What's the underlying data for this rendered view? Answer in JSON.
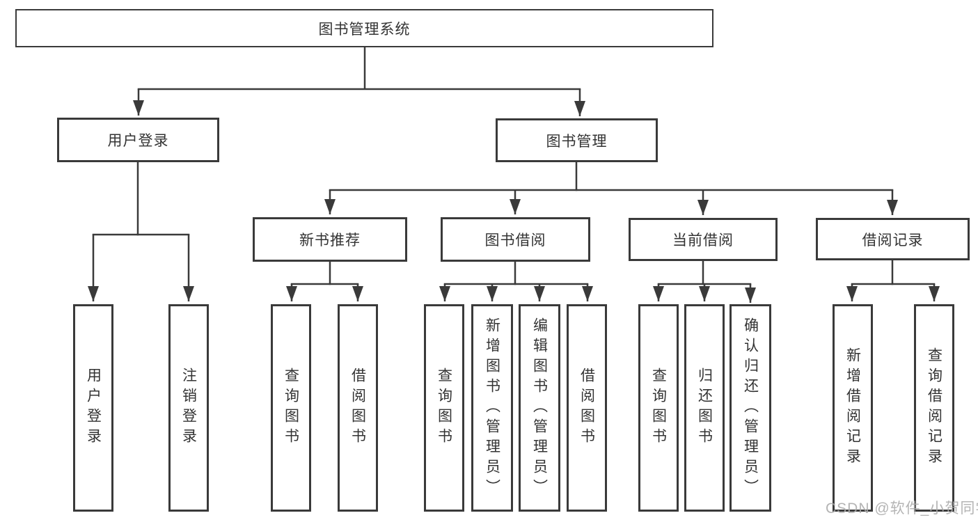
{
  "watermark": "CSDN @软件_小贺同学",
  "colors": {
    "line": "#3a3a3a",
    "text": "#333333",
    "watermark": "#acacac",
    "background": "#ffffff"
  },
  "tree": {
    "label": "图书管理系统",
    "children": [
      {
        "label": "用户登录",
        "children": [
          {
            "label": "用户登录"
          },
          {
            "label": "注销登录"
          }
        ]
      },
      {
        "label": "图书管理",
        "children": [
          {
            "label": "新书推荐",
            "children": [
              {
                "label": "查询图书"
              },
              {
                "label": "借阅图书"
              }
            ]
          },
          {
            "label": "图书借阅",
            "children": [
              {
                "label": "查询图书"
              },
              {
                "label": "新增图书（管理员）"
              },
              {
                "label": "编辑图书（管理员）"
              },
              {
                "label": "借阅图书"
              }
            ]
          },
          {
            "label": "当前借阅",
            "children": [
              {
                "label": "查询图书"
              },
              {
                "label": "归还图书"
              },
              {
                "label": "确认归还（管理员）"
              }
            ]
          },
          {
            "label": "借阅记录",
            "children": [
              {
                "label": "新增借阅记录"
              },
              {
                "label": "查询借阅记录"
              }
            ]
          }
        ]
      }
    ]
  }
}
